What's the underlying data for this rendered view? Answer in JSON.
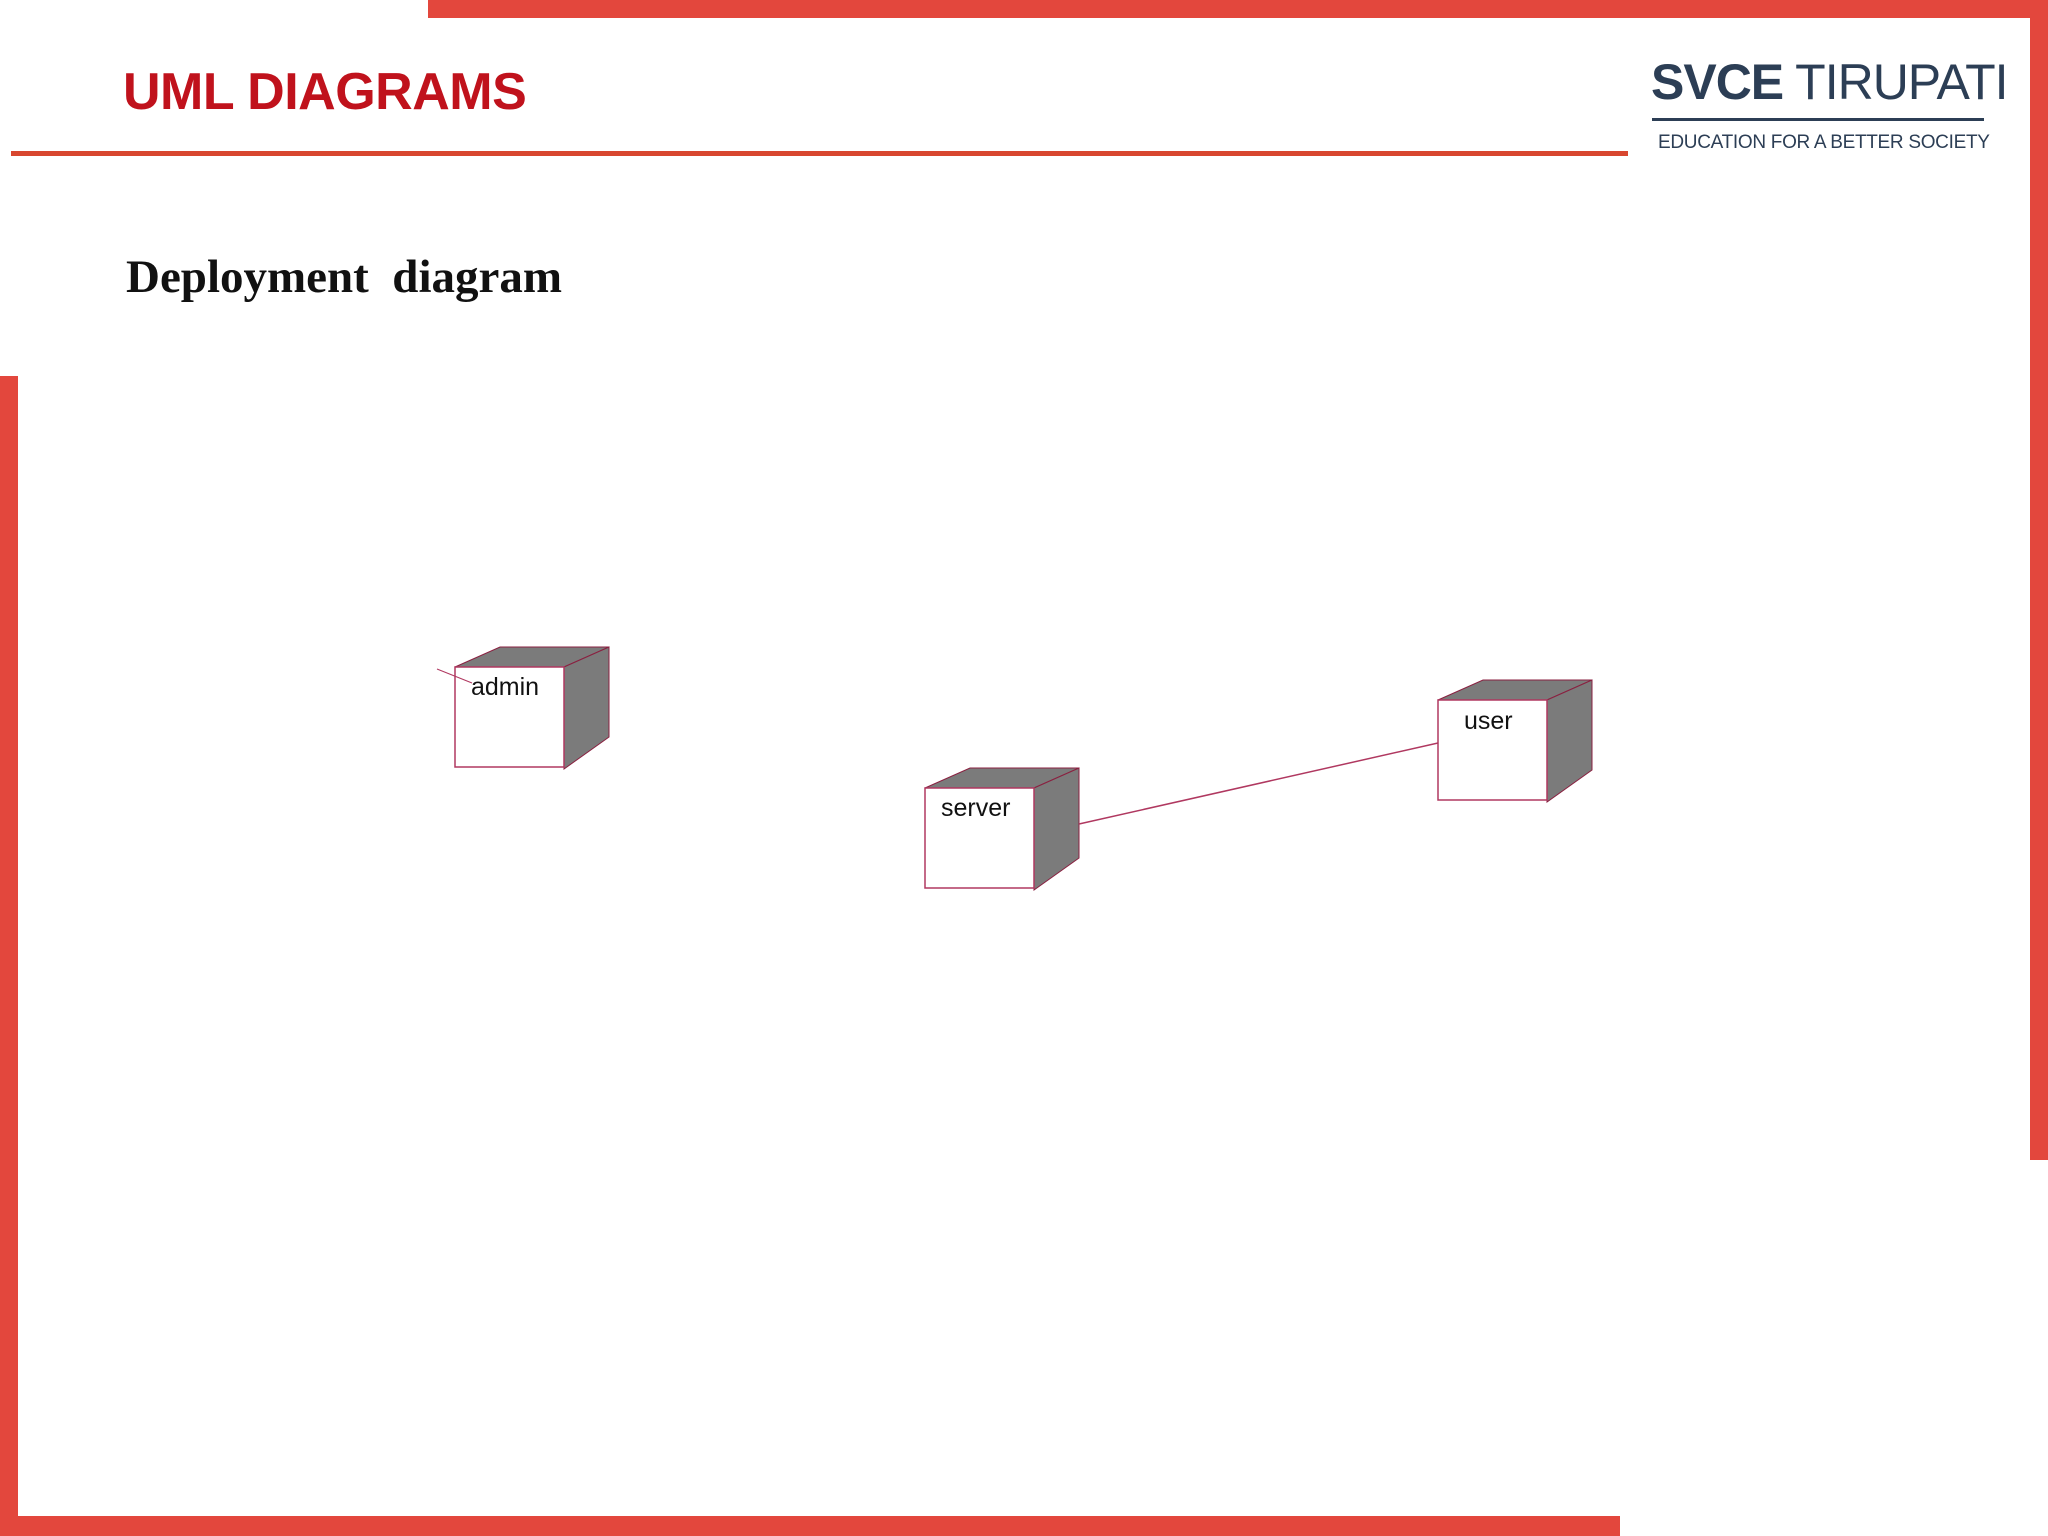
{
  "slide": {
    "title": "UML DIAGRAMS",
    "accent_color": "#e3473d",
    "title_color": "#c0121c"
  },
  "logo": {
    "name_bold": "SVCE",
    "name_light": " TIRUPATI",
    "tagline": "EDUCATION FOR A BETTER SOCIETY"
  },
  "diagram": {
    "heading": "Deployment  diagram",
    "type": "UML deployment diagram",
    "nodes": [
      {
        "id": "admin",
        "label": "admin"
      },
      {
        "id": "server",
        "label": "server"
      },
      {
        "id": "user",
        "label": "user"
      }
    ],
    "connections": [
      {
        "from": "server",
        "to": "user"
      }
    ]
  }
}
